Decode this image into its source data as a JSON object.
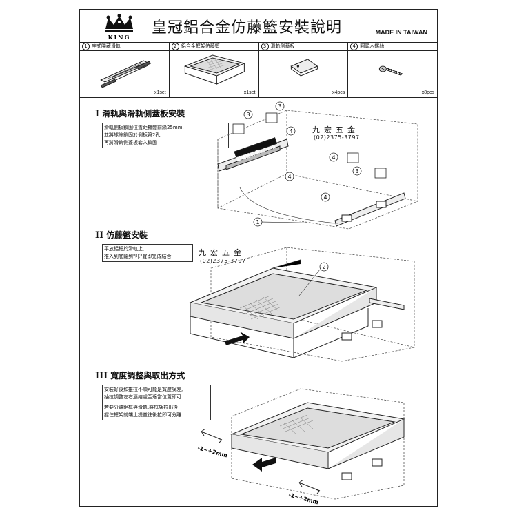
{
  "header": {
    "brand_text": "KING",
    "title": "皇冠鋁合金仿藤籃安裝說明",
    "made_in": "MADE IN TAIWAN"
  },
  "parts": [
    {
      "num": "1",
      "name": "座式隱藏滑軌",
      "qty": "x1set",
      "icon": "hidden-slide-rail-icon"
    },
    {
      "num": "2",
      "name": "鋁合金框架仿藤籃",
      "qty": "x1set",
      "icon": "rattan-basket-icon"
    },
    {
      "num": "3",
      "name": "滑軌側蓋板",
      "qty": "x4pcs",
      "icon": "rail-side-cover-icon"
    },
    {
      "num": "4",
      "name": "圓頭木螺絲",
      "qty": "x8pcs",
      "icon": "wood-screw-icon"
    }
  ],
  "sections": [
    {
      "roman": "I",
      "title": "滑軌與滑軌側蓋板安裝",
      "notes": [
        "滑軌側板鎖固位置距櫃體前緣25mm,",
        "並將螺絲鎖固於側板第2孔",
        "再將滑軌側蓋板套入鎖固"
      ],
      "dim_label": "距櫃體前緣25mm",
      "callouts": [
        "3",
        "4",
        "3",
        "4",
        "4",
        "3",
        "4",
        "1"
      ]
    },
    {
      "roman": "II",
      "title": "仿藤籃安裝",
      "notes": [
        "平放鋁框於滑軌上,",
        "推入到底聽到\"咔\"聲即完成結合"
      ],
      "callouts": [
        "2"
      ]
    },
    {
      "roman": "III",
      "title": "寬度調整與取出方式",
      "notes": [
        "安裝好後如推拉不順可能是寬度誤差,",
        "抽拉調整左右連結處至適當位置即可",
        "若要分離鋁框與滑軌,將框架拉出後,",
        "握住框架前端上提並往後拉即可分離"
      ],
      "adjust_left": "-1~+2mm",
      "adjust_right": "-1~+2mm"
    }
  ],
  "vendor": {
    "name": "九宏五金",
    "phone": "(02)2375-3797"
  }
}
